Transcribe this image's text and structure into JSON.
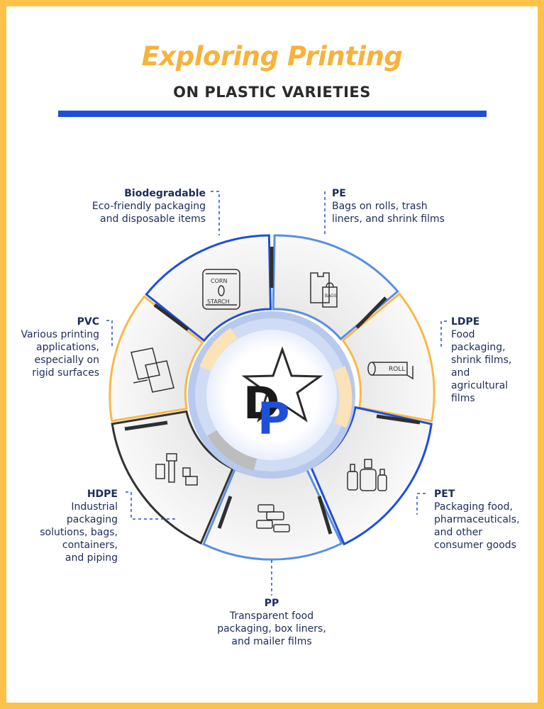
{
  "header": {
    "title": "Exploring Printing",
    "subtitle": "ON PLASTIC VARIETIES"
  },
  "logo_text": "DP",
  "colors": {
    "frame": "#fcc24a",
    "title": "#f8b23a",
    "accent_blue": "#1e4fd8",
    "light_blue": "#5a8fe0",
    "dark": "#333333",
    "label": "#1d2c5a"
  },
  "segments": [
    {
      "name": "PE",
      "desc": [
        "Bags on rolls, trash",
        "liners, and shrink films"
      ],
      "icon": "shopping-bags-icon",
      "icon_text": "BAGS"
    },
    {
      "name": "LDPE",
      "desc": [
        "Food",
        "packaging,",
        "shrink films,",
        "and",
        "agricultural",
        "films"
      ],
      "icon": "film-roll-icon",
      "icon_text": "ROLL"
    },
    {
      "name": "PET",
      "desc": [
        "Packaging food,",
        "pharmaceuticals,",
        "and other",
        "consumer goods"
      ],
      "icon": "bottles-icon"
    },
    {
      "name": "PP",
      "desc": [
        "Transparent food",
        "packaging, box liners,",
        "and mailer films"
      ],
      "icon": "food-containers-icon"
    },
    {
      "name": "HDPE",
      "desc": [
        "Industrial",
        "packaging",
        "solutions, bags,",
        "containers,",
        "and piping"
      ],
      "icon": "pipes-icon"
    },
    {
      "name": "PVC",
      "desc": [
        "Various printing",
        "applications,",
        "especially on",
        "rigid surfaces"
      ],
      "icon": "sheets-icon"
    },
    {
      "name": "Biodegradable",
      "desc": [
        "Eco-friendly packaging",
        "and disposable items"
      ],
      "icon": "corn-starch-bag-icon",
      "icon_text": [
        "CORN",
        "STARCH"
      ]
    }
  ]
}
